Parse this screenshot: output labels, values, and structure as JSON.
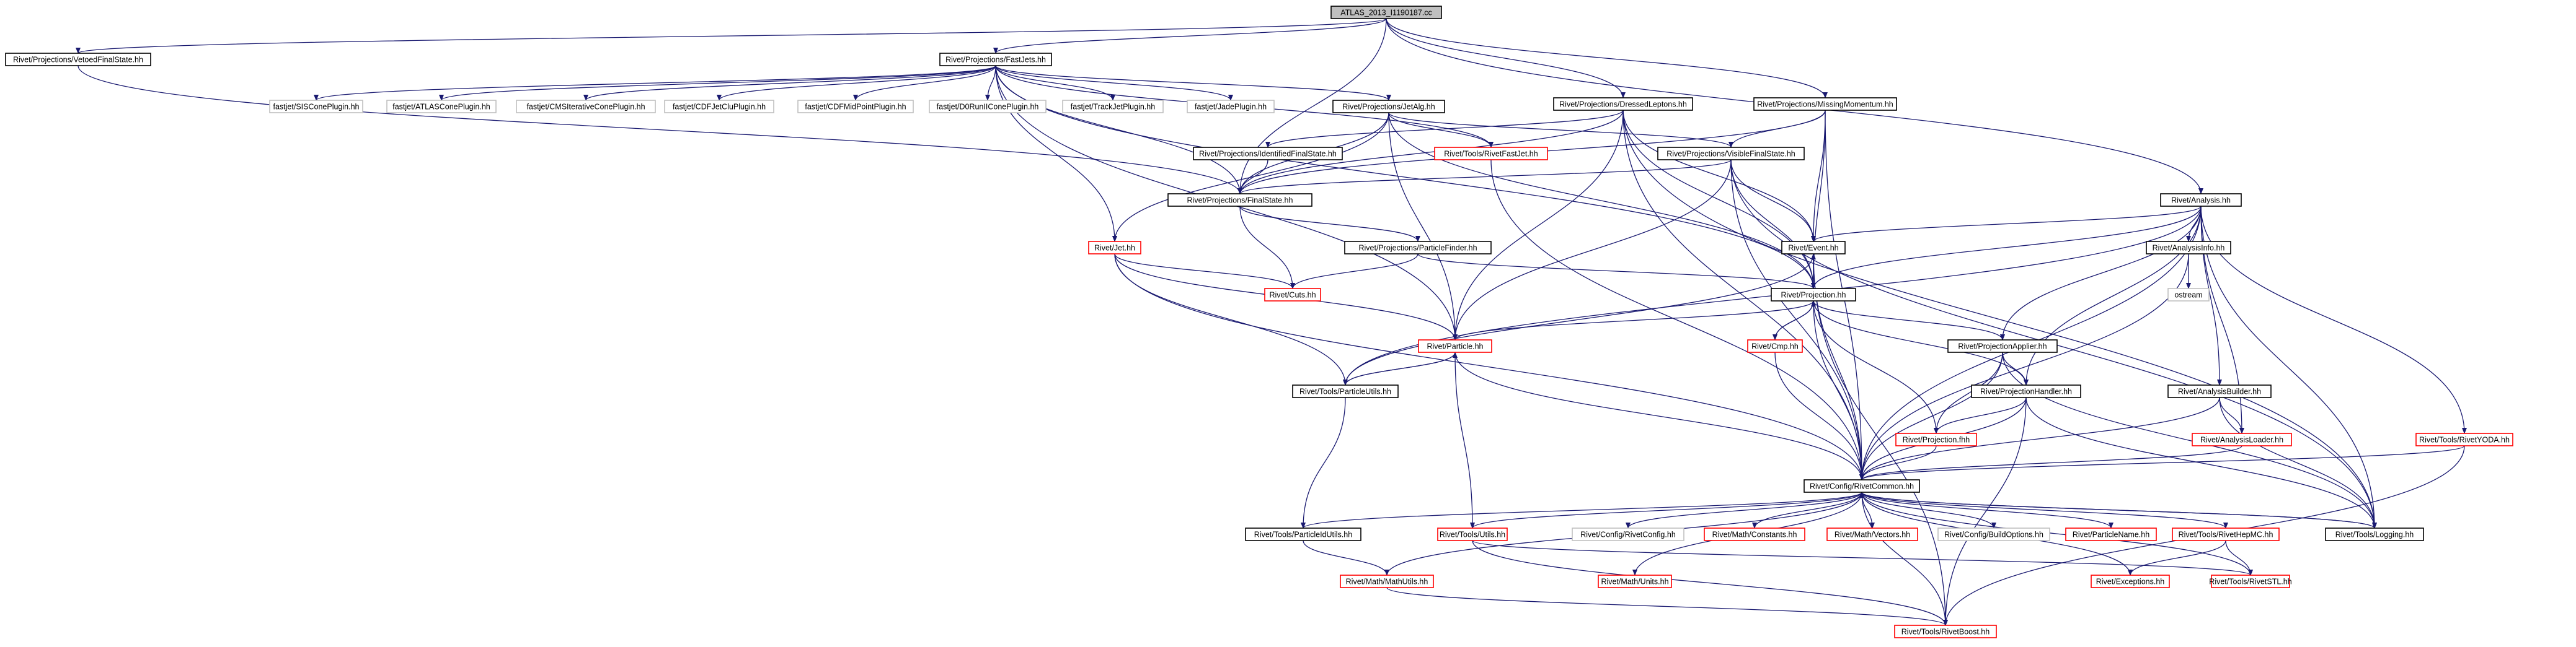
{
  "colors": {
    "root_fill": "#bfbfbf",
    "documented_border": "#000000",
    "undocumented_border": "#ff0000",
    "external_border": "#bfbfbf",
    "external_text": "#606060",
    "edge": "#191970"
  },
  "graph": {
    "nodes": [
      {
        "id": "root",
        "label": "ATLAS_2013_I1190187.cc",
        "kind": "root"
      },
      {
        "id": "vetoed",
        "label": "Rivet/Projections/VetoedFinalState.hh",
        "kind": "documented"
      },
      {
        "id": "fastjets",
        "label": "Rivet/Projections/FastJets.hh",
        "kind": "documented"
      },
      {
        "id": "dressed",
        "label": "Rivet/Projections/DressedLeptons.hh",
        "kind": "documented"
      },
      {
        "id": "missing",
        "label": "Rivet/Projections/MissingMomentum.hh",
        "kind": "documented"
      },
      {
        "id": "siscone",
        "label": "fastjet/SISConePlugin.hh",
        "kind": "external"
      },
      {
        "id": "atlascone",
        "label": "fastjet/ATLASConePlugin.hh",
        "kind": "external"
      },
      {
        "id": "cmsiter",
        "label": "fastjet/CMSIterativeConePlugin.hh",
        "kind": "external"
      },
      {
        "id": "cdfjetclu",
        "label": "fastjet/CDFJetCluPlugin.hh",
        "kind": "external"
      },
      {
        "id": "cdfmid",
        "label": "fastjet/CDFMidPointPlugin.hh",
        "kind": "external"
      },
      {
        "id": "d0run",
        "label": "fastjet/D0RunIIConePlugin.hh",
        "kind": "external"
      },
      {
        "id": "trackjet",
        "label": "fastjet/TrackJetPlugin.hh",
        "kind": "external"
      },
      {
        "id": "jade",
        "label": "fastjet/JadePlugin.hh",
        "kind": "external"
      },
      {
        "id": "jetalg",
        "label": "Rivet/Projections/JetAlg.hh",
        "kind": "documented"
      },
      {
        "id": "idfs",
        "label": "Rivet/Projections/IdentifiedFinalState.hh",
        "kind": "documented"
      },
      {
        "id": "fastjetrivet",
        "label": "Rivet/Tools/RivetFastJet.hh",
        "kind": "undocumented"
      },
      {
        "id": "visfs",
        "label": "Rivet/Projections/VisibleFinalState.hh",
        "kind": "documented"
      },
      {
        "id": "analysis",
        "label": "Rivet/Analysis.hh",
        "kind": "documented"
      },
      {
        "id": "finalstate",
        "label": "Rivet/Projections/FinalState.hh",
        "kind": "documented"
      },
      {
        "id": "particlefinder",
        "label": "Rivet/Projections/ParticleFinder.hh",
        "kind": "documented"
      },
      {
        "id": "jet",
        "label": "Rivet/Jet.hh",
        "kind": "undocumented"
      },
      {
        "id": "cuts",
        "label": "Rivet/Cuts.hh",
        "kind": "undocumented"
      },
      {
        "id": "event",
        "label": "Rivet/Event.hh",
        "kind": "documented"
      },
      {
        "id": "projection",
        "label": "Rivet/Projection.hh",
        "kind": "documented"
      },
      {
        "id": "analysisinfo",
        "label": "Rivet/AnalysisInfo.hh",
        "kind": "documented"
      },
      {
        "id": "ostream",
        "label": "ostream",
        "kind": "external"
      },
      {
        "id": "cmp",
        "label": "Rivet/Cmp.hh",
        "kind": "undocumented"
      },
      {
        "id": "particle",
        "label": "Rivet/Particle.hh",
        "kind": "undocumented"
      },
      {
        "id": "projapplier",
        "label": "Rivet/ProjectionApplier.hh",
        "kind": "documented"
      },
      {
        "id": "particleutils",
        "label": "Rivet/Tools/ParticleUtils.hh",
        "kind": "documented"
      },
      {
        "id": "projhandler",
        "label": "Rivet/ProjectionHandler.hh",
        "kind": "documented"
      },
      {
        "id": "anabuilder",
        "label": "Rivet/AnalysisBuilder.hh",
        "kind": "documented"
      },
      {
        "id": "projfhh",
        "label": "Rivet/Projection.fhh",
        "kind": "undocumented"
      },
      {
        "id": "analoader",
        "label": "Rivet/AnalysisLoader.hh",
        "kind": "undocumented"
      },
      {
        "id": "rivetyoda",
        "label": "Rivet/Tools/RivetYODA.hh",
        "kind": "undocumented"
      },
      {
        "id": "rivetcommon",
        "label": "Rivet/Config/RivetCommon.hh",
        "kind": "documented"
      },
      {
        "id": "particleidutils",
        "label": "Rivet/Tools/ParticleIdUtils.hh",
        "kind": "documented"
      },
      {
        "id": "utils",
        "label": "Rivet/Tools/Utils.hh",
        "kind": "undocumented"
      },
      {
        "id": "rivetconfig",
        "label": "Rivet/Config/RivetConfig.hh",
        "kind": "external"
      },
      {
        "id": "mathconstants",
        "label": "Rivet/Math/Constants.hh",
        "kind": "undocumented"
      },
      {
        "id": "mathvectors",
        "label": "Rivet/Math/Vectors.hh",
        "kind": "undocumented"
      },
      {
        "id": "buildoptions",
        "label": "Rivet/Config/BuildOptions.hh",
        "kind": "external"
      },
      {
        "id": "particlename",
        "label": "Rivet/ParticleName.hh",
        "kind": "undocumented"
      },
      {
        "id": "rivethepmc",
        "label": "Rivet/Tools/RivetHepMC.hh",
        "kind": "undocumented"
      },
      {
        "id": "logging",
        "label": "Rivet/Tools/Logging.hh",
        "kind": "documented"
      },
      {
        "id": "mathutils",
        "label": "Rivet/Math/MathUtils.hh",
        "kind": "undocumented"
      },
      {
        "id": "units",
        "label": "Rivet/Math/Units.hh",
        "kind": "undocumented"
      },
      {
        "id": "exceptions",
        "label": "Rivet/Exceptions.hh",
        "kind": "undocumented"
      },
      {
        "id": "rivetstl",
        "label": "Rivet/Tools/RivetSTL.hh",
        "kind": "undocumented"
      },
      {
        "id": "rivetboost",
        "label": "Rivet/Tools/RivetBoost.hh",
        "kind": "undocumented"
      }
    ],
    "edges": [
      [
        "root",
        "vetoed"
      ],
      [
        "root",
        "fastjets"
      ],
      [
        "root",
        "dressed"
      ],
      [
        "root",
        "missing"
      ],
      [
        "root",
        "analysis"
      ],
      [
        "root",
        "finalstate"
      ],
      [
        "vetoed",
        "finalstate"
      ],
      [
        "fastjets",
        "siscone"
      ],
      [
        "fastjets",
        "atlascone"
      ],
      [
        "fastjets",
        "cmsiter"
      ],
      [
        "fastjets",
        "cdfjetclu"
      ],
      [
        "fastjets",
        "cdfmid"
      ],
      [
        "fastjets",
        "d0run"
      ],
      [
        "fastjets",
        "trackjet"
      ],
      [
        "fastjets",
        "jade"
      ],
      [
        "fastjets",
        "jetalg"
      ],
      [
        "fastjets",
        "fastjetrivet"
      ],
      [
        "fastjets",
        "jet"
      ],
      [
        "fastjets",
        "particle"
      ],
      [
        "fastjets",
        "finalstate"
      ],
      [
        "fastjets",
        "projection"
      ],
      [
        "dressed",
        "idfs"
      ],
      [
        "dressed",
        "finalstate"
      ],
      [
        "dressed",
        "event"
      ],
      [
        "dressed",
        "projection"
      ],
      [
        "dressed",
        "particle"
      ],
      [
        "dressed",
        "rivetcommon"
      ],
      [
        "dressed",
        "logging"
      ],
      [
        "missing",
        "visfs"
      ],
      [
        "missing",
        "finalstate"
      ],
      [
        "missing",
        "event"
      ],
      [
        "missing",
        "projection"
      ],
      [
        "missing",
        "rivetcommon"
      ],
      [
        "jetalg",
        "visfs"
      ],
      [
        "jetalg",
        "fastjetrivet"
      ],
      [
        "jetalg",
        "jet"
      ],
      [
        "jetalg",
        "finalstate"
      ],
      [
        "jetalg",
        "projection"
      ],
      [
        "jetalg",
        "particle"
      ],
      [
        "idfs",
        "finalstate"
      ],
      [
        "visfs",
        "finalstate"
      ],
      [
        "visfs",
        "event"
      ],
      [
        "visfs",
        "projection"
      ],
      [
        "visfs",
        "particle"
      ],
      [
        "visfs",
        "rivetcommon"
      ],
      [
        "visfs",
        "logging"
      ],
      [
        "fastjetrivet",
        "rivetcommon"
      ],
      [
        "finalstate",
        "particlefinder"
      ],
      [
        "finalstate",
        "cuts"
      ],
      [
        "particlefinder",
        "projection"
      ],
      [
        "particlefinder",
        "cuts"
      ],
      [
        "jet",
        "cuts"
      ],
      [
        "jet",
        "particle"
      ],
      [
        "jet",
        "particleutils"
      ],
      [
        "jet",
        "rivetcommon"
      ],
      [
        "analysis",
        "analysisinfo"
      ],
      [
        "analysis",
        "event"
      ],
      [
        "analysis",
        "projection"
      ],
      [
        "analysis",
        "projapplier"
      ],
      [
        "analysis",
        "projhandler"
      ],
      [
        "analysis",
        "anabuilder"
      ],
      [
        "analysis",
        "analoader"
      ],
      [
        "analysis",
        "rivetyoda"
      ],
      [
        "analysis",
        "rivetcommon"
      ],
      [
        "analysis",
        "logging"
      ],
      [
        "analysis",
        "particleutils"
      ],
      [
        "analysisinfo",
        "ostream"
      ],
      [
        "analysisinfo",
        "rivetcommon"
      ],
      [
        "event",
        "projection"
      ],
      [
        "event",
        "particleutils"
      ],
      [
        "event",
        "rivetcommon"
      ],
      [
        "event",
        "rivetboost"
      ],
      [
        "projection",
        "event"
      ],
      [
        "projection",
        "cmp"
      ],
      [
        "projection",
        "particle"
      ],
      [
        "projection",
        "projapplier"
      ],
      [
        "projection",
        "projhandler"
      ],
      [
        "projection",
        "projfhh"
      ],
      [
        "projection",
        "rivetcommon"
      ],
      [
        "cmp",
        "projection"
      ],
      [
        "cmp",
        "rivetcommon"
      ],
      [
        "particle",
        "particleutils"
      ],
      [
        "particle",
        "utils"
      ],
      [
        "particle",
        "rivetcommon"
      ],
      [
        "particleutils",
        "particle"
      ],
      [
        "particleutils",
        "particleidutils"
      ],
      [
        "projapplier",
        "projhandler"
      ],
      [
        "projapplier",
        "projfhh"
      ],
      [
        "projapplier",
        "rivetcommon"
      ],
      [
        "projapplier",
        "logging"
      ],
      [
        "projhandler",
        "projfhh"
      ],
      [
        "projhandler",
        "rivetcommon"
      ],
      [
        "projhandler",
        "logging"
      ],
      [
        "projhandler",
        "rivetboost"
      ],
      [
        "anabuilder",
        "analoader"
      ],
      [
        "anabuilder",
        "rivetcommon"
      ],
      [
        "anabuilder",
        "logging"
      ],
      [
        "projfhh",
        "rivetcommon"
      ],
      [
        "analoader",
        "rivetcommon"
      ],
      [
        "rivetyoda",
        "rivetcommon"
      ],
      [
        "rivetyoda",
        "rivetboost"
      ],
      [
        "rivetcommon",
        "particleidutils"
      ],
      [
        "rivetcommon",
        "utils"
      ],
      [
        "rivetcommon",
        "rivetconfig"
      ],
      [
        "rivetcommon",
        "mathconstants"
      ],
      [
        "rivetcommon",
        "mathvectors"
      ],
      [
        "rivetcommon",
        "buildoptions"
      ],
      [
        "rivetcommon",
        "particlename"
      ],
      [
        "rivetcommon",
        "rivethepmc"
      ],
      [
        "rivetcommon",
        "logging"
      ],
      [
        "rivetcommon",
        "mathutils"
      ],
      [
        "rivetcommon",
        "units"
      ],
      [
        "rivetcommon",
        "exceptions"
      ],
      [
        "rivetcommon",
        "rivetstl"
      ],
      [
        "rivetcommon",
        "rivetboost"
      ],
      [
        "logging",
        "rivetcommon"
      ],
      [
        "particleidutils",
        "mathutils"
      ],
      [
        "utils",
        "rivetboost"
      ],
      [
        "utils",
        "rivetstl"
      ],
      [
        "mathutils",
        "rivetboost"
      ],
      [
        "rivethepmc",
        "exceptions"
      ],
      [
        "rivethepmc",
        "rivetstl"
      ]
    ]
  }
}
